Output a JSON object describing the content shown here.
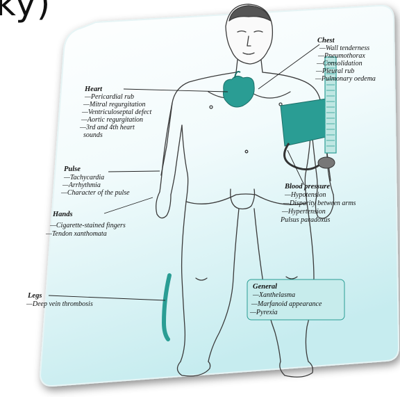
{
  "slide": {
    "title_fragment": "ky)"
  },
  "labels": {
    "chest": {
      "heading": "Chest",
      "items": [
        "—Wall tenderness",
        "—Pneumothorax",
        "—Consolidation",
        "—Pleural rub",
        "—Pulmonary oedema"
      ]
    },
    "heart": {
      "heading": "Heart",
      "items": [
        "—Pericardial rub",
        "—Mitral regurgitation",
        "—Ventriculoseptal defect",
        "—Aortic regurgitation",
        "—3rd and 4th heart",
        "sounds"
      ]
    },
    "pulse": {
      "heading": "Pulse",
      "items": [
        "—Tachycardia",
        "—Arrhythmia",
        "—Character of the pulse"
      ]
    },
    "hands": {
      "heading": "Hands",
      "items": [
        "—Cigarette-stained fingers",
        "—Tendon xanthomata"
      ]
    },
    "legs": {
      "heading": "Legs",
      "items": [
        "—Deep vein thrombosis"
      ]
    },
    "blood_pressure": {
      "heading": "Blood pressure",
      "items": [
        "—Hypotension",
        "—Disparity between arms",
        "—Hypertension",
        "Pulsus paradoxus"
      ]
    },
    "general": {
      "heading": "General",
      "items": [
        "—Xanthelasma",
        "—Marfanoid appearance",
        "—Pyrexia"
      ]
    }
  },
  "colors": {
    "teal": "#2a9d94",
    "card_top": "#ffffff",
    "card_bottom": "#c9eef0",
    "general_box": "#c7ecec"
  }
}
